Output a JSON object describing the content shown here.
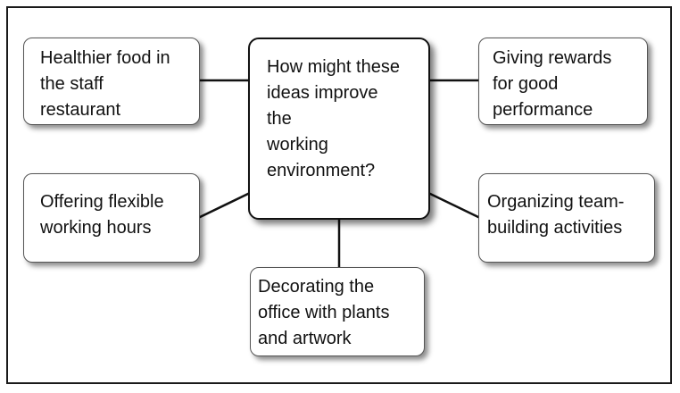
{
  "diagram": {
    "center": {
      "lines": [
        "How might these",
        "ideas improve",
        "the",
        "working",
        "environment?"
      ]
    },
    "nodes": [
      {
        "id": "food",
        "lines": [
          "Healthier food in",
          "the staff",
          "restaurant"
        ]
      },
      {
        "id": "rewards",
        "lines": [
          "Giving rewards",
          "for good",
          "performance"
        ]
      },
      {
        "id": "hours",
        "lines": [
          "Offering flexible",
          "working hours"
        ]
      },
      {
        "id": "team",
        "lines": [
          "Organizing team-",
          "building activities"
        ]
      },
      {
        "id": "decor",
        "lines": [
          "Decorating the",
          "office with plants",
          "and artwork"
        ]
      }
    ]
  }
}
